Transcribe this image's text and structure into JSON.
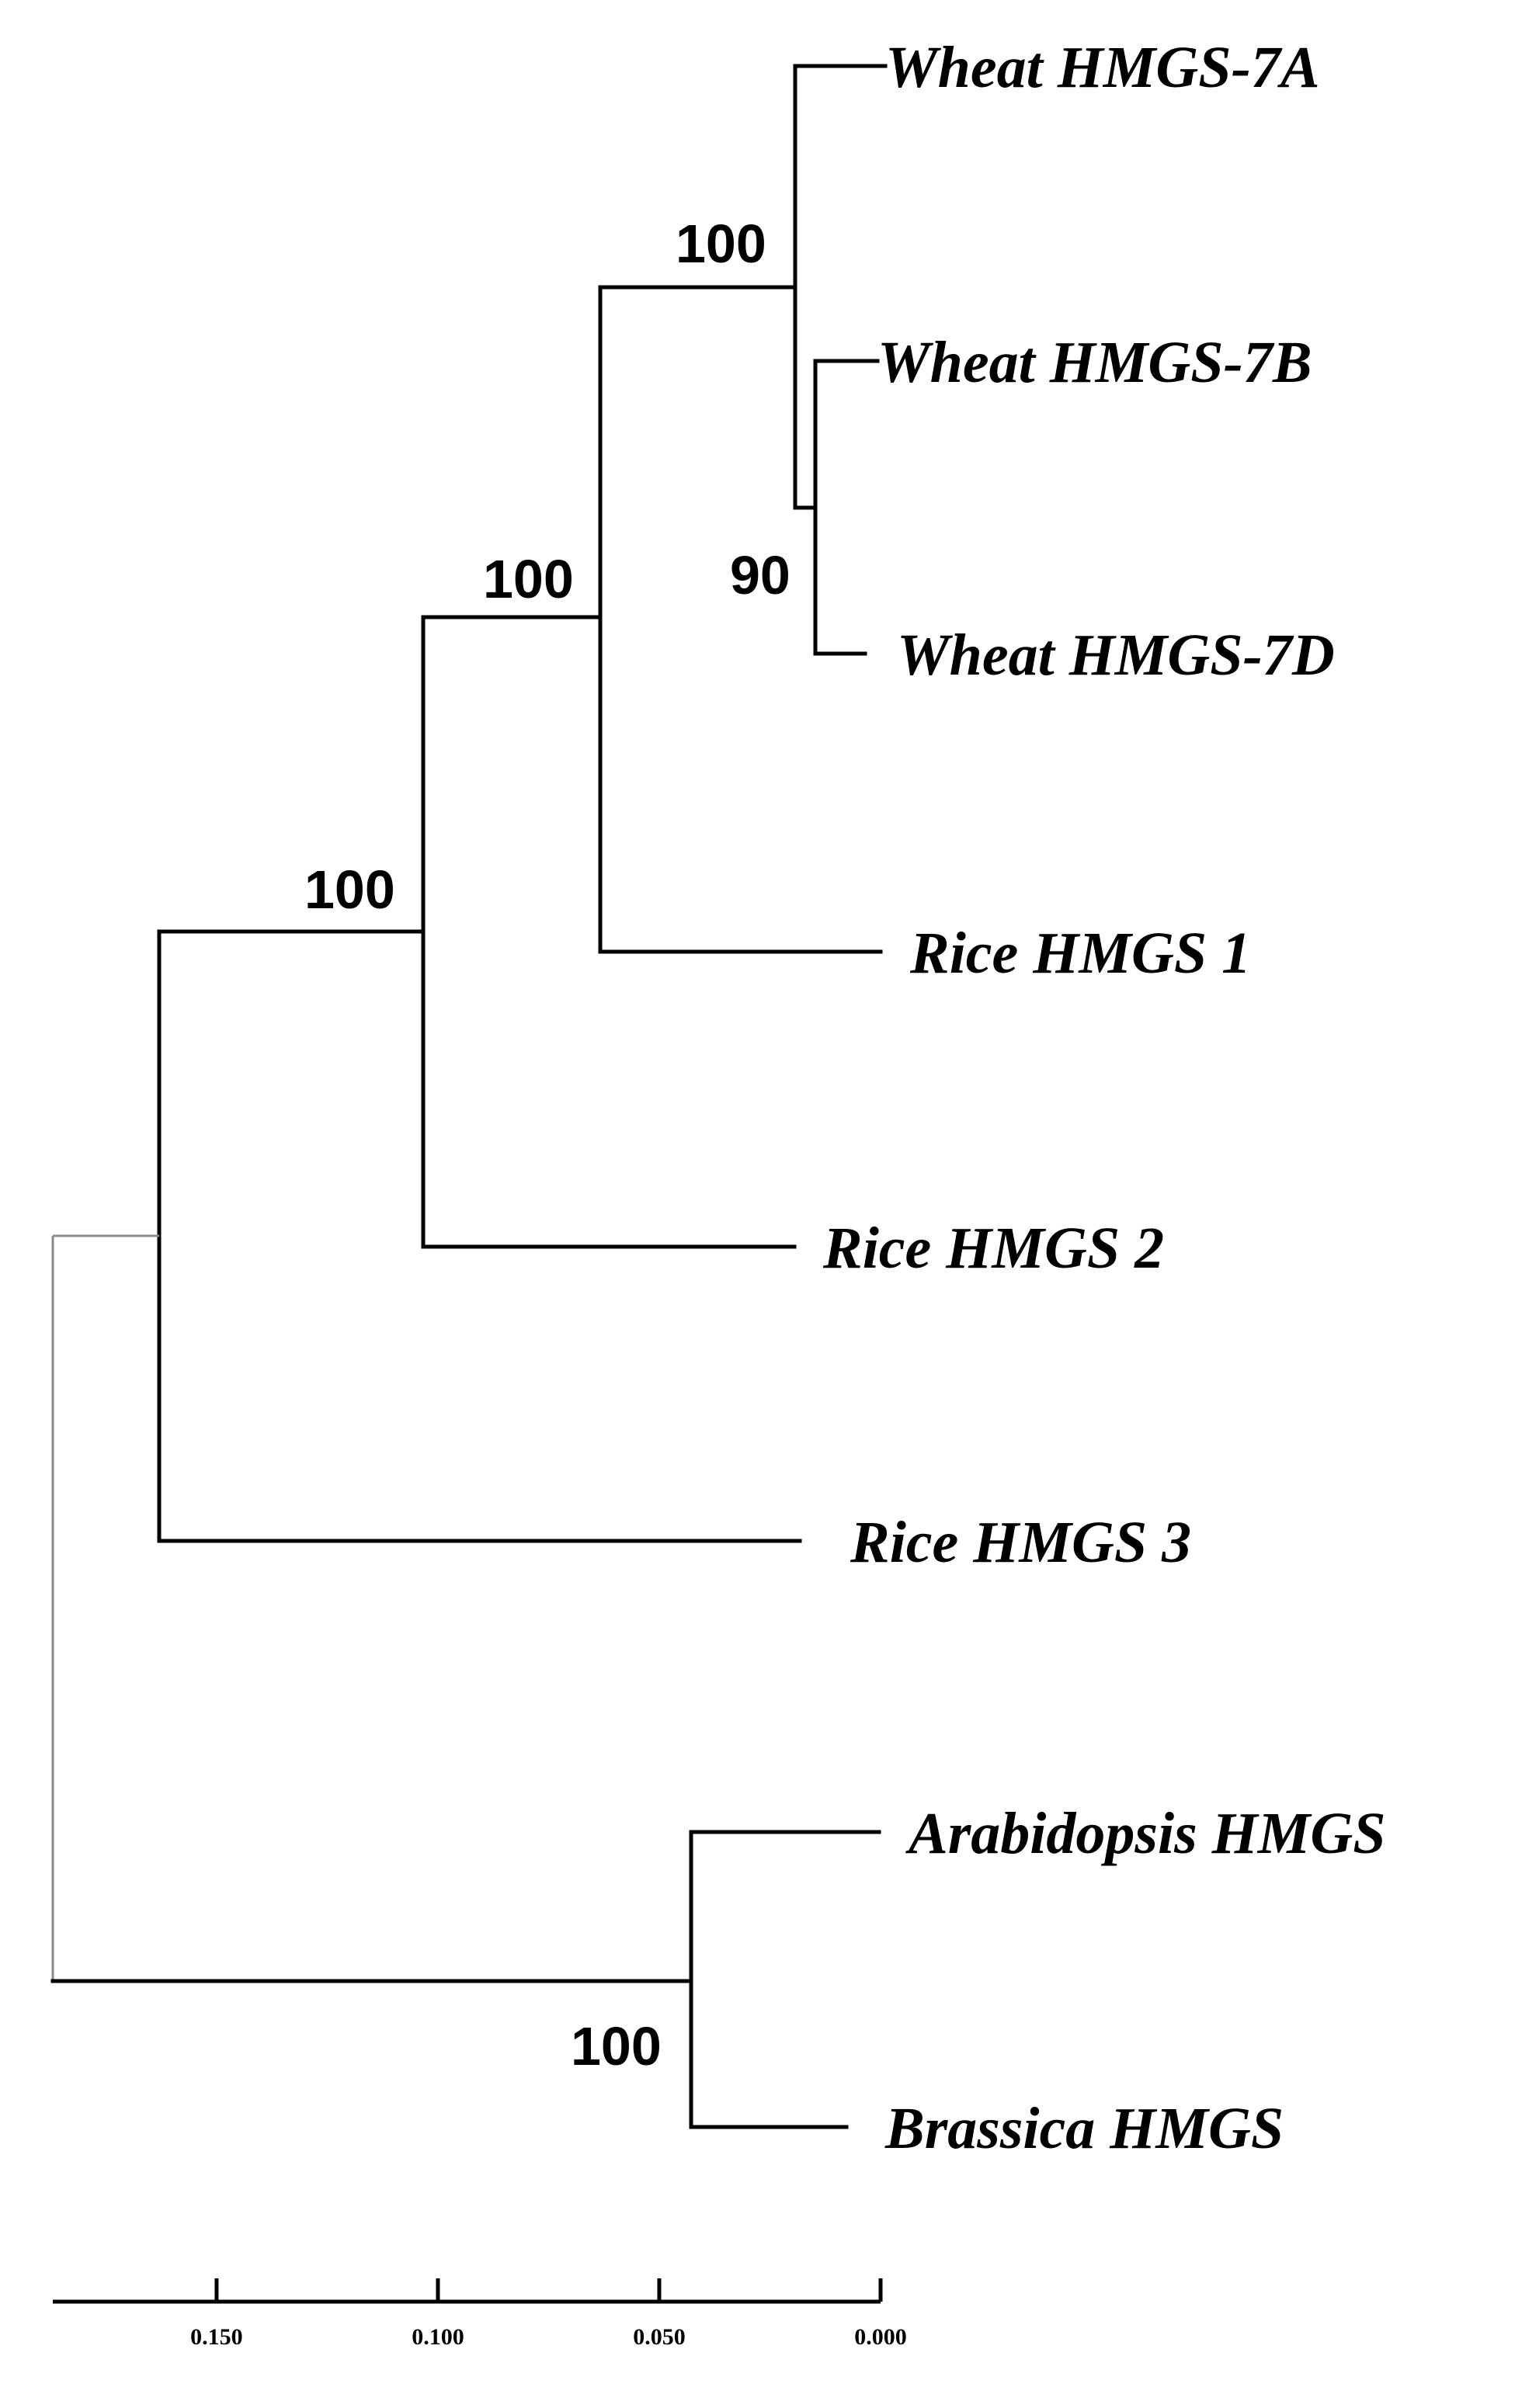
{
  "tree": {
    "taxa": [
      {
        "id": "w7a",
        "label": "Wheat HMGS-7A"
      },
      {
        "id": "w7b",
        "label": "Wheat HMGS-7B"
      },
      {
        "id": "w7d",
        "label": "Wheat HMGS-7D"
      },
      {
        "id": "r1",
        "label": "Rice HMGS 1"
      },
      {
        "id": "r2",
        "label": "Rice HMGS 2"
      },
      {
        "id": "r3",
        "label": "Rice HMGS 3"
      },
      {
        "id": "ath",
        "label": "Arabidopsis HMGS"
      },
      {
        "id": "bra",
        "label": "Brassica HMGS"
      }
    ],
    "clades": [
      {
        "id": "wheat_bd",
        "members": [
          "w7b",
          "w7d"
        ],
        "support": "90",
        "depth": 0.015
      },
      {
        "id": "wheat",
        "members": [
          "w7a",
          "w7b",
          "w7d"
        ],
        "support": "100",
        "depth": 0.019
      },
      {
        "id": "wheat_rice1",
        "members": [
          "w7a",
          "w7b",
          "w7d",
          "r1"
        ],
        "support": "100",
        "depth": 0.064
      },
      {
        "id": "wheat_rice12",
        "members": [
          "w7a",
          "w7b",
          "w7d",
          "r1",
          "r2"
        ],
        "support": "100",
        "depth": 0.103
      },
      {
        "id": "monocots",
        "members": [
          "w7a",
          "w7b",
          "w7d",
          "r1",
          "r2",
          "r3"
        ],
        "support": "",
        "depth": 0.163
      },
      {
        "id": "brassicaceae",
        "members": [
          "ath",
          "bra"
        ],
        "support": "100",
        "depth": 0.043
      },
      {
        "id": "root",
        "members": [
          "all"
        ],
        "support": "",
        "depth": 0.187
      }
    ]
  },
  "scale_axis": {
    "ticks": [
      "0.150",
      "0.100",
      "0.050",
      "0.000"
    ],
    "tick_values": [
      0.15,
      0.1,
      0.05,
      0.0
    ],
    "range": [
      0.187,
      0.0
    ],
    "direction": "decreasing-left-to-right"
  },
  "colors": {
    "lines": "#000000",
    "root_branch": "#8a8a8a",
    "background": "#ffffff"
  }
}
